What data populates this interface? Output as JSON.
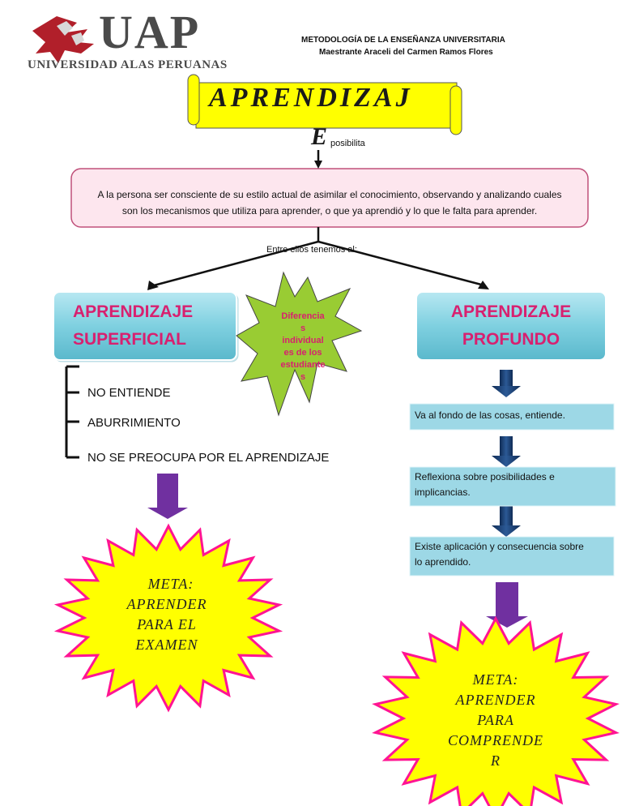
{
  "logo": {
    "text": "UAP",
    "subtitle": "UNIVERSIDAD ALAS PERUANAS",
    "emblem": "winged-figure-logo"
  },
  "header": {
    "line1": "METODOLOGÍA DE LA ENSEÑANZA UNIVERSITARIA",
    "line2": "Maestrante Araceli del Carmen Ramos Flores"
  },
  "title": {
    "line1": "APRENDIZAJ",
    "line2": "E"
  },
  "connector1": "posibilita",
  "main_box": {
    "line1": "A la persona ser consciente de su estilo actual de asimilar el conocimiento, observando y analizando cuales",
    "line2": "son los mecanismos que utiliza para aprender, o que ya aprendió y lo que le falta para aprender."
  },
  "connector2": "Entre ellos tenemos al:",
  "left_box": {
    "line1": "APRENDIZAJE",
    "line2": "SUPERFICIAL"
  },
  "right_box": {
    "line1": "APRENDIZAJE",
    "line2": "PROFUNDO"
  },
  "center_star": {
    "lines": [
      "Diferencia",
      "s",
      "individual",
      "es de los",
      "estudiante",
      "s"
    ]
  },
  "left_list": [
    "NO ENTIENDE",
    "ABURRIMIENTO",
    "NO SE PREOCUPA POR EL APRENDIZAJE"
  ],
  "right_steps": [
    {
      "line1": "Va al fondo de las cosas, entiende.",
      "line2": ""
    },
    {
      "line1": "Reflexiona sobre posibilidades e",
      "line2": "implicancias."
    },
    {
      "line1": "Existe aplicación y consecuencia sobre",
      "line2": "lo aprendido."
    }
  ],
  "meta_left": {
    "lines": [
      "META:",
      "APRENDER",
      "PARA EL",
      "EXAMEN"
    ]
  },
  "meta_right": {
    "lines": [
      "META:",
      "APRENDER",
      "PARA",
      "COMPRENDE",
      "R"
    ]
  },
  "colors": {
    "cyan_box": "#7fd0e0",
    "pink_text": "#d8206f",
    "yellow": "#ffff00",
    "green_star": "#99cc33",
    "purple_arrow": "#7030a0",
    "navy_arrow": "#1f3864",
    "light_blue_box": "#9dd8e6",
    "pink_box": "#fde6ee",
    "pink_border": "#c0507a",
    "star_border": "#ff1493"
  }
}
